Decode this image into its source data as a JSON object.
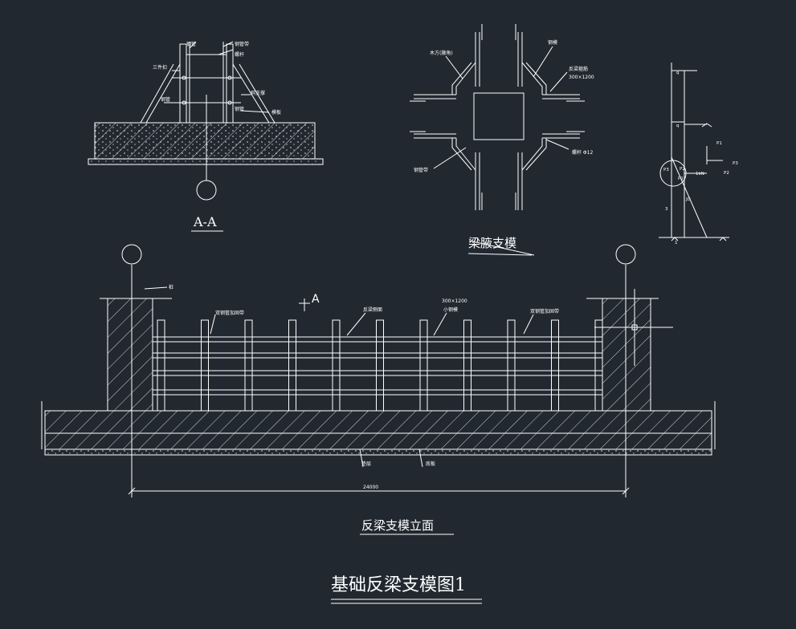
{
  "drawing": {
    "main_title": "基础反梁支模图1",
    "colors": {
      "background": "#212830",
      "line": "#ffffff"
    }
  },
  "section_aa": {
    "caption": "A-A",
    "labels": {
      "steel_pipe_top": "钢管",
      "steel_pipe_right": "钢管带",
      "three_piece_buckle": "三件扣",
      "bolt": "螺杆",
      "pipe_left": "钢管",
      "diagonal_brace": "斜支撑",
      "board": "模板",
      "steel_pipe_bottom": "钢管"
    }
  },
  "joint_plan": {
    "caption": "梁腋支模",
    "labels": {
      "timber": "木方(腋角)",
      "formwork": "钢模",
      "beam_hoop": "反梁箍筋",
      "beam_size": "300×1200",
      "bolt": "螺杆 Φ12",
      "pipe": "钢管带"
    }
  },
  "force_diagram": {
    "labels": {
      "q_top": "q",
      "q_mid": "q",
      "p1": "P1",
      "p2": "P2",
      "p3": "P3",
      "p_left": "P3",
      "p_left2": "P2",
      "p_left3": "P1",
      "force": "1kN",
      "n_mid": "3",
      "n_bottom": "1",
      "jd": "JD"
    }
  },
  "elevation": {
    "caption": "反梁支模立面",
    "section_mark": "A",
    "dimension": "24000",
    "labels": {
      "pile": "桩",
      "double_pipe_left": "双钢管加固带",
      "beam_side": "反梁侧面",
      "beam_size": "300×1200",
      "small_formwork": "小钢模",
      "double_pipe_right": "双钢管加固带",
      "cushion": "垫层",
      "raft": "底板"
    }
  }
}
